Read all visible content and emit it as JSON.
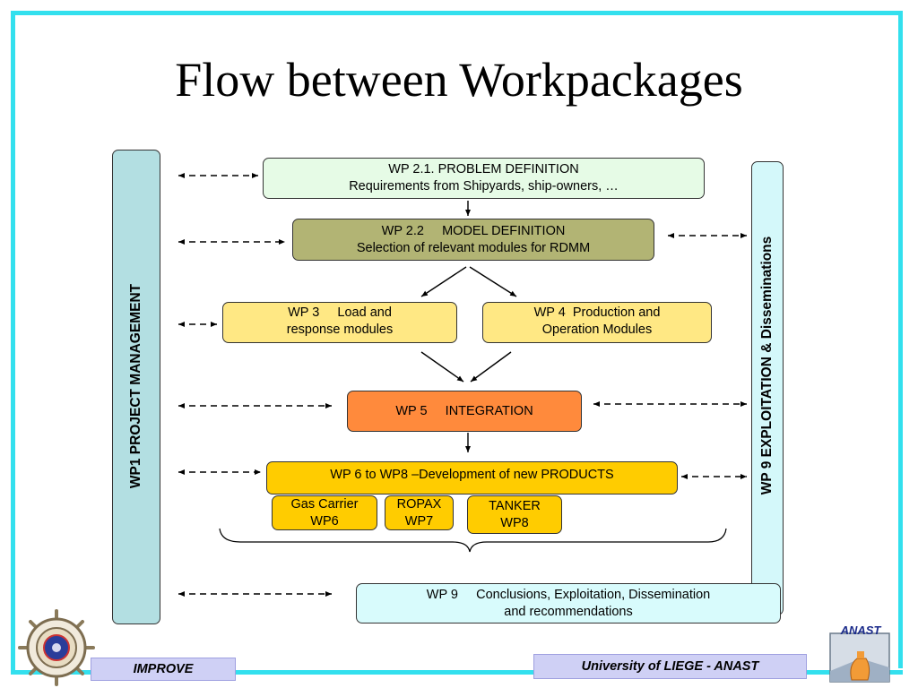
{
  "title": "Flow between Workpackages",
  "left_bar": {
    "label": "WP1 PROJECT MANAGEMENT",
    "color": "#b3dfe2"
  },
  "right_bar": {
    "label": "WP 9     EXPLOITATION & Disseminations",
    "color": "#d4f8fa"
  },
  "boxes": {
    "wp21": {
      "line1": "WP 2.1. PROBLEM DEFINITION",
      "line2": "Requirements from Shipyards, ship-owners, …",
      "color": "#e6fbe6"
    },
    "wp22": {
      "line1": "WP 2.2     MODEL DEFINITION",
      "line2": "Selection of relevant modules for RDMM",
      "color": "#b2b474"
    },
    "wp3": {
      "line1": "WP 3     Load and",
      "line2": "response modules",
      "color": "#ffe884"
    },
    "wp4": {
      "line1": "WP 4  Production and",
      "line2": "Operation Modules",
      "color": "#ffe884"
    },
    "wp5": {
      "line1": "WP 5     INTEGRATION",
      "color": "#ff8a3c"
    },
    "wp68": {
      "line1": "WP 6 to WP8 –Development of new PRODUCTS",
      "color": "#ffcc00"
    },
    "gas": {
      "line1": "Gas Carrier",
      "line2": "WP6",
      "color": "#ffcc00"
    },
    "ropax": {
      "line1": "ROPAX",
      "line2": "WP7",
      "color": "#ffcc00"
    },
    "tanker": {
      "line1": "TANKER",
      "line2": "WP8",
      "color": "#ffcc00"
    },
    "wp9": {
      "line1": "WP 9     Conclusions, Exploitation, Dissemination",
      "line2": "and recommendations",
      "color": "#d8fbfc"
    }
  },
  "footer": {
    "left": "IMPROVE",
    "right": "University of LIEGE - ANAST"
  },
  "logos": {
    "left_logo": "ship-wheel-logo",
    "right_logo": "anast-logo",
    "right_logo_text": "ANAST"
  },
  "colors": {
    "frame": "#33e0ee",
    "footer_bg": "#cfd0f5"
  }
}
